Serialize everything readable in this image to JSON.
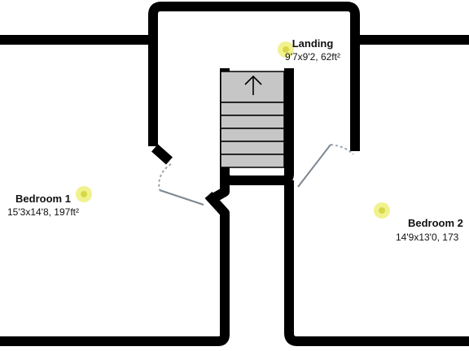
{
  "rooms": [
    {
      "id": "bedroom1",
      "name": "Bedroom 1",
      "dimensions": "15'3x14'8, 197ft²"
    },
    {
      "id": "landing",
      "name": "Landing",
      "dimensions": "9'7x9'2, 62ft²"
    },
    {
      "id": "bedroom2",
      "name": "Bedroom 2",
      "dimensions": "14'9x13'0, 173"
    }
  ],
  "stairs": {
    "direction_icon": "arrow-up-icon"
  },
  "fixtures": {
    "ceiling_light_icon": "ceiling-light-icon"
  },
  "colors": {
    "wall": "#000000",
    "stair_fill": "#c6c6c6",
    "light": "#eef07a",
    "door_swing": "#9aa4ad"
  }
}
